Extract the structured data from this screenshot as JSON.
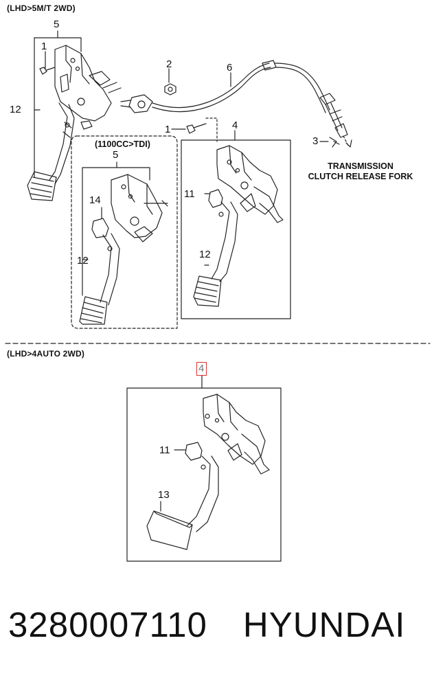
{
  "sections": {
    "manual": "(LHD>5M/T 2WD)",
    "tdi": "(1100CC>TDI)",
    "auto": "(LHD>4AUTO 2WD)"
  },
  "note": {
    "line1": "TRANSMISSION",
    "line2": "CLUTCH RELEASE FORK"
  },
  "callouts": {
    "c5a": "5",
    "c1a": "1",
    "c12a": "12",
    "c2": "2",
    "c6": "6",
    "c1b": "1",
    "c4a": "4",
    "c3": "3",
    "c5b": "5",
    "c14": "14",
    "c12b": "12",
    "c11a": "11",
    "c12c": "12",
    "c4b": "4",
    "c11b": "11",
    "c13": "13"
  },
  "footer": {
    "part_number": "3280007110",
    "brand": "HYUNDAI"
  },
  "colors": {
    "highlight": "#e03030",
    "line": "#222222"
  }
}
